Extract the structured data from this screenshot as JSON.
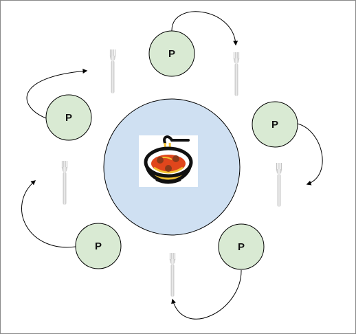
{
  "diagram": {
    "philosopher_label": "P",
    "philosopher_count": 5,
    "fork_count": 5,
    "center_icon": "spaghetti-bowl-icon",
    "fork_icon": "fork-icon",
    "colors": {
      "border": "#888888",
      "table_fill": "#cfe0f2",
      "table_stroke": "#000000",
      "philosopher_fill": "#d9ead3",
      "philosopher_stroke": "#000000",
      "fork": "#d0d0d0",
      "arrow": "#000000",
      "bowl": "#111111",
      "bowl_inner": "#f2c232",
      "noodles": "#f2c232",
      "sauce": "#e0461c",
      "meatball": "#8b3a1a"
    }
  }
}
